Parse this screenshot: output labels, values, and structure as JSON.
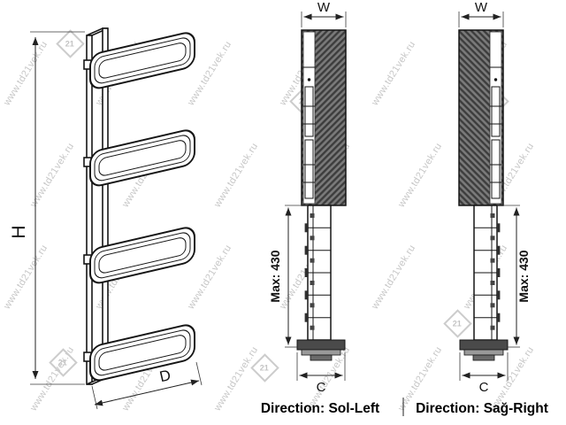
{
  "watermark": {
    "text": "www.td21vek.ru",
    "logo_text": "21"
  },
  "left_view": {
    "height_label": "H",
    "depth_label": "D"
  },
  "middle_view": {
    "width_label": "W",
    "max_label": "Max: 430",
    "c_label": "C",
    "caption": "Direction: Sol-Left"
  },
  "right_view": {
    "width_label": "W",
    "max_label": "Max: 430",
    "c_label": "C",
    "caption": "Direction: Sağ-Right"
  }
}
